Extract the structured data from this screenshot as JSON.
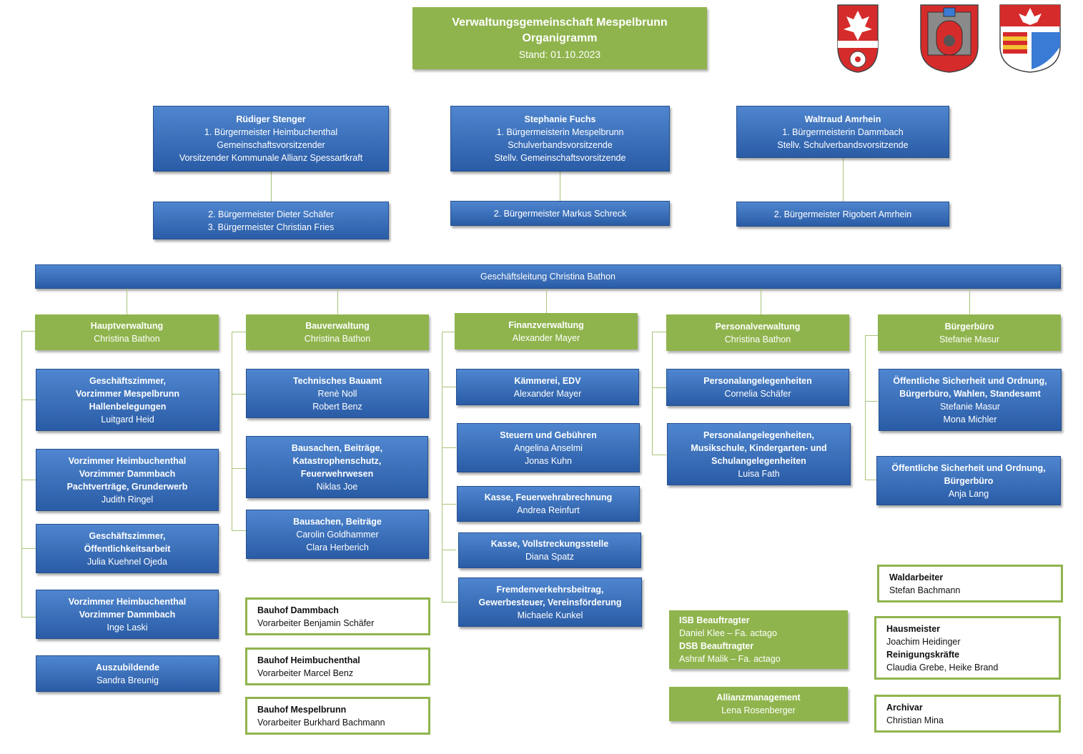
{
  "header": {
    "title": "Verwaltungsgemeinschaft Mespelbrunn",
    "subtitle": "Organigramm",
    "date": "Stand: 01.10.2023"
  },
  "colors": {
    "blue": "#2f63ad",
    "green": "#8fb44d",
    "line": "#a9c47a"
  },
  "crests": [
    "heimbuchenthal-crest-icon",
    "mespelbrunn-crest-icon",
    "dammbach-crest-icon"
  ],
  "mayors": [
    {
      "name": "Rüdiger Stenger",
      "lines": [
        "1. Bürgermeister Heimbuchenthal",
        "Gemeinschaftsvorsitzender",
        "Vorsitzender Kommunale Allianz Spessartkraft"
      ],
      "deputies": [
        "2. Bürgermeister Dieter Schäfer",
        "3. Bürgermeister Christian Fries"
      ]
    },
    {
      "name": "Stephanie Fuchs",
      "lines": [
        "1. Bürgermeisterin Mespelbrunn",
        "Schulverbandsvorsitzende",
        "Stellv. Gemeinschaftsvorsitzende"
      ],
      "deputies": [
        "2. Bürgermeister Markus Schreck"
      ]
    },
    {
      "name": "Waltraud Amrhein",
      "lines": [
        "1. Bürgermeisterin Dammbach",
        "Stellv. Schulverbandsvorsitzende"
      ],
      "deputies": [
        "2. Bürgermeister Rigobert Amrhein"
      ]
    }
  ],
  "management": "Geschäftsleitung Christina Bathon",
  "departments": [
    {
      "title": "Hauptverwaltung",
      "head": "Christina Bathon",
      "units": [
        {
          "bold": [
            "Geschäftszimmer,",
            "Vorzimmer Mespelbrunn",
            "Hallenbelegungen"
          ],
          "people": [
            "Luitgard Heid"
          ]
        },
        {
          "bold": [
            "Vorzimmer Heimbuchenthal",
            "Vorzimmer Dammbach",
            "Pachtverträge, Grunderwerb"
          ],
          "people": [
            "Judith Ringel"
          ]
        },
        {
          "bold": [
            "Geschäftszimmer,",
            "Öffentlichkeitsarbeit"
          ],
          "people": [
            "Julia Kuehnel Ojeda"
          ]
        },
        {
          "bold": [
            "Vorzimmer Heimbuchenthal",
            "Vorzimmer Dammbach"
          ],
          "people": [
            "Inge Laski"
          ]
        },
        {
          "bold": [
            "Auszubildende"
          ],
          "people": [
            "Sandra Breunig"
          ]
        }
      ]
    },
    {
      "title": "Bauverwaltung",
      "head": "Christina Bathon",
      "units": [
        {
          "bold": [
            "Technisches Bauamt"
          ],
          "people": [
            "Renè Noll",
            "Robert Benz"
          ]
        },
        {
          "bold": [
            "Bausachen, Beiträge,",
            "Katastrophenschutz,",
            "Feuerwehrwesen"
          ],
          "people": [
            "Niklas Joe"
          ]
        },
        {
          "bold": [
            "Bausachen, Beiträge"
          ],
          "people": [
            "Carolin Goldhammer",
            "Clara Herberich"
          ]
        }
      ]
    },
    {
      "title": "Finanzverwaltung",
      "head": "Alexander Mayer",
      "units": [
        {
          "bold": [
            "Kämmerei, EDV"
          ],
          "people": [
            "Alexander Mayer"
          ]
        },
        {
          "bold": [
            "Steuern und Gebühren"
          ],
          "people": [
            "Angelina Anselmi",
            "Jonas Kuhn"
          ]
        },
        {
          "bold": [
            "Kasse, Feuerwehrabrechnung"
          ],
          "people": [
            "Andrea Reinfurt"
          ]
        },
        {
          "bold": [
            "Kasse, Vollstreckungsstelle"
          ],
          "people": [
            "Diana Spatz"
          ]
        },
        {
          "bold": [
            "Fremdenverkehrsbeitrag,",
            "Gewerbesteuer, Vereinsförderung"
          ],
          "people": [
            "Michaele Kunkel"
          ]
        }
      ]
    },
    {
      "title": "Personalverwaltung",
      "head": "Christina Bathon",
      "units": [
        {
          "bold": [
            "Personalangelegenheiten"
          ],
          "people": [
            "Cornelia Schäfer"
          ]
        },
        {
          "bold": [
            "Personalangelegenheiten,",
            "Musikschule, Kindergarten- und",
            "Schulangelegenheiten"
          ],
          "people": [
            "Luisa Fath"
          ]
        }
      ]
    },
    {
      "title": "Bürgerbüro",
      "head": "Stefanie Masur",
      "units": [
        {
          "bold": [
            "Öffentliche Sicherheit und Ordnung,",
            "Bürgerbüro, Wahlen, Standesamt"
          ],
          "people": [
            "Stefanie Masur",
            "Mona Michler"
          ]
        },
        {
          "bold": [
            "Öffentliche Sicherheit und Ordnung,",
            "Bürgerbüro"
          ],
          "people": [
            "Anja Lang"
          ]
        }
      ]
    }
  ],
  "bauhof": [
    {
      "title": "Bauhof Dammbach",
      "person": "Vorarbeiter Benjamin Schäfer"
    },
    {
      "title": "Bauhof Heimbuchenthal",
      "person": "Vorarbeiter Marcel Benz"
    },
    {
      "title": "Bauhof Mespelbrunn",
      "person": "Vorarbeiter Burkhard Bachmann"
    }
  ],
  "security": {
    "isb_title": "ISB Beauftragter",
    "isb_person": "Daniel Klee – Fa. actago",
    "dsb_title": "DSB Beauftragter",
    "dsb_person": "Ashraf Malik – Fa. actago"
  },
  "alliance": {
    "title": "Allianzmanagement",
    "person": "Lena Rosenberger"
  },
  "staff": {
    "wald_title": "Waldarbeiter",
    "wald_person": "Stefan Bachmann",
    "haus_title": "Hausmeister",
    "haus_person": "Joachim Heidinger",
    "rein_title": "Reinigungskräfte",
    "rein_person": "Claudia Grebe, Heike Brand",
    "archiv_title": "Archivar",
    "archiv_person": "Christian Mina"
  }
}
